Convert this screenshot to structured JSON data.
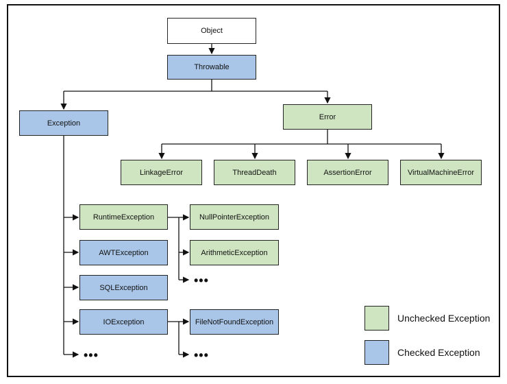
{
  "nodes": {
    "object": "Object",
    "throwable": "Throwable",
    "exception": "Exception",
    "error": "Error",
    "linkage_error": "LinkageError",
    "thread_death": "ThreadDeath",
    "assertion_error": "AssertionError",
    "virtual_machine_error": "VirtualMachineError",
    "runtime_exception": "RuntimeException",
    "awt_exception": "AWTException",
    "sql_exception": "SQLException",
    "io_exception": "IOException",
    "null_pointer_exception": "NullPointerException",
    "arithmetic_exception": "ArithmeticException",
    "file_not_found_exception": "FileNotFoundException"
  },
  "ellipsis": "•••",
  "legend": {
    "unchecked": "Unchecked Exception",
    "checked": "Checked Exception"
  },
  "colors": {
    "checked": "#a9c6e8",
    "unchecked": "#cfe5c1",
    "root": "#ffffff"
  }
}
